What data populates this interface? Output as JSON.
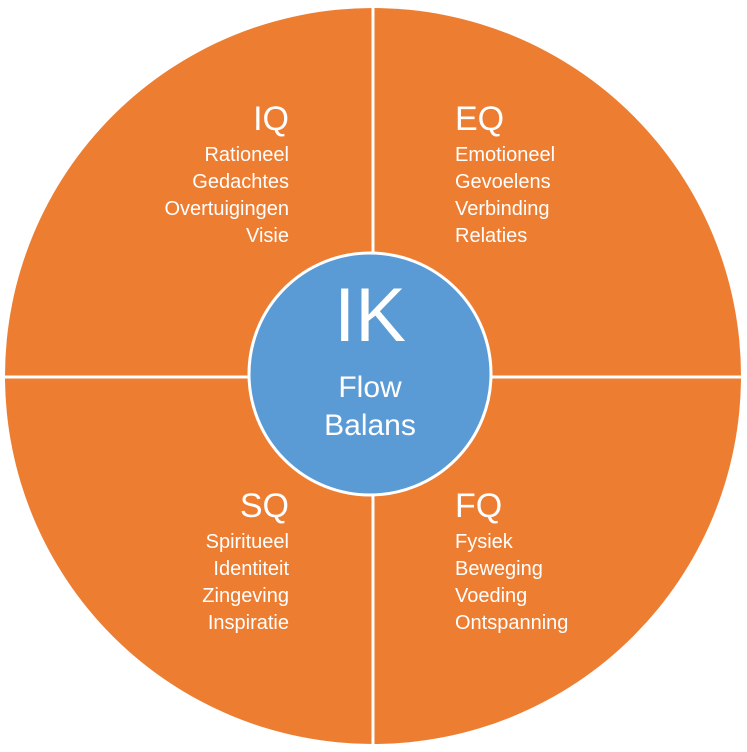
{
  "colors": {
    "quadrant_fill": "#ED7D31",
    "center_fill": "#5B9BD5",
    "divider": "#FFFFFF",
    "text": "#FFFFFF"
  },
  "center": {
    "title": "IK",
    "line1": "Flow",
    "line2": "Balans"
  },
  "quadrants": {
    "iq": {
      "title": "IQ",
      "items": [
        "Rationeel",
        "Gedachtes",
        "Overtuigingen",
        "Visie"
      ]
    },
    "eq": {
      "title": "EQ",
      "items": [
        "Emotioneel",
        "Gevoelens",
        "Verbinding",
        "Relaties"
      ]
    },
    "sq": {
      "title": "SQ",
      "items": [
        "Spiritueel",
        "Identiteit",
        "Zingeving",
        "Inspiratie"
      ]
    },
    "fq": {
      "title": "FQ",
      "items": [
        "Fysiek",
        "Beweging",
        "Voeding",
        "Ontspanning"
      ]
    }
  }
}
